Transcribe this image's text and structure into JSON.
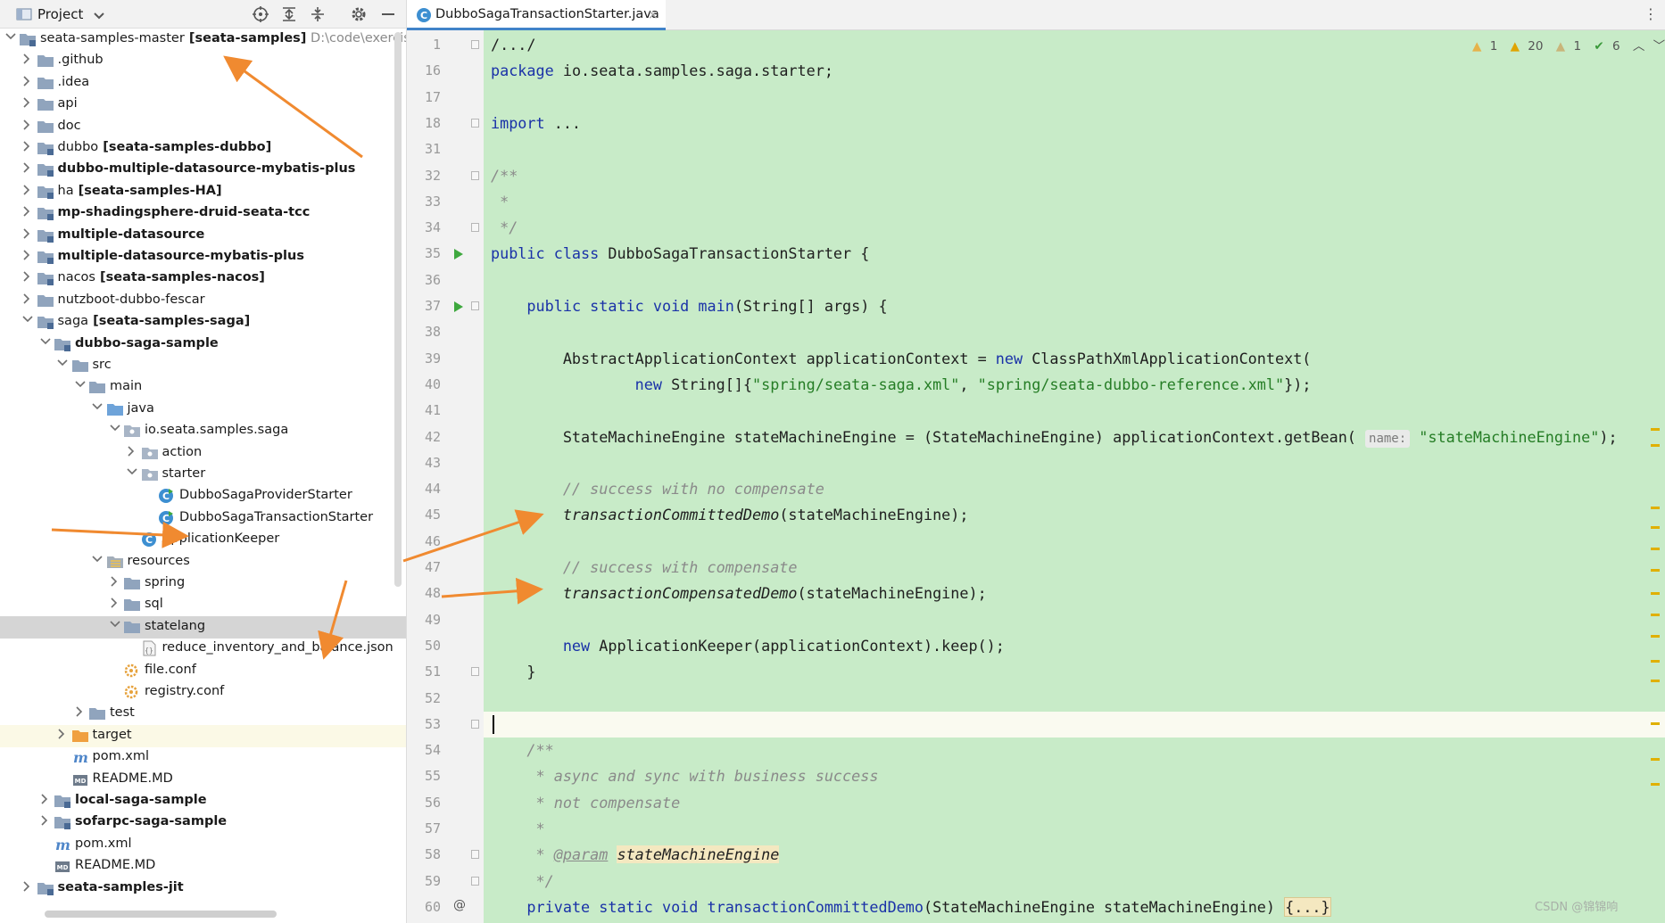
{
  "project_toolbar": {
    "title": "Project",
    "icons": [
      "project-view-icon",
      "chevron-down-icon",
      "locate-icon",
      "expand-all-icon",
      "collapse-all-icon",
      "gear-icon",
      "minimize-icon"
    ]
  },
  "tree": [
    {
      "name": "seata-samples-master",
      "module": "[seata-samples]",
      "path": "D:\\code\\exercise\\seat",
      "depth": 0,
      "expanded": true,
      "icon": "module-folder-icon",
      "bold": false
    },
    {
      "name": ".github",
      "depth": 1,
      "expanded": false,
      "icon": "folder-icon"
    },
    {
      "name": ".idea",
      "depth": 1,
      "expanded": false,
      "icon": "folder-icon"
    },
    {
      "name": "api",
      "depth": 1,
      "expanded": false,
      "icon": "folder-icon"
    },
    {
      "name": "doc",
      "depth": 1,
      "expanded": false,
      "icon": "folder-icon"
    },
    {
      "name": "dubbo",
      "module": "[seata-samples-dubbo]",
      "depth": 1,
      "expanded": false,
      "icon": "module-folder-icon"
    },
    {
      "name": "dubbo-multiple-datasource-mybatis-plus",
      "depth": 1,
      "expanded": false,
      "icon": "module-folder-icon",
      "bold": true
    },
    {
      "name": "ha",
      "module": "[seata-samples-HA]",
      "depth": 1,
      "expanded": false,
      "icon": "module-folder-icon"
    },
    {
      "name": "mp-shadingsphere-druid-seata-tcc",
      "depth": 1,
      "expanded": false,
      "icon": "module-folder-icon",
      "bold": true
    },
    {
      "name": "multiple-datasource",
      "depth": 1,
      "expanded": false,
      "icon": "module-folder-icon",
      "bold": true
    },
    {
      "name": "multiple-datasource-mybatis-plus",
      "depth": 1,
      "expanded": false,
      "icon": "module-folder-icon",
      "bold": true
    },
    {
      "name": "nacos",
      "module": "[seata-samples-nacos]",
      "depth": 1,
      "expanded": false,
      "icon": "module-folder-icon"
    },
    {
      "name": "nutzboot-dubbo-fescar",
      "depth": 1,
      "expanded": false,
      "icon": "folder-icon"
    },
    {
      "name": "saga",
      "module": "[seata-samples-saga]",
      "depth": 1,
      "expanded": true,
      "icon": "module-folder-icon"
    },
    {
      "name": "dubbo-saga-sample",
      "depth": 2,
      "expanded": true,
      "icon": "module-folder-icon",
      "bold": true
    },
    {
      "name": "src",
      "depth": 3,
      "expanded": true,
      "icon": "folder-icon"
    },
    {
      "name": "main",
      "depth": 4,
      "expanded": true,
      "icon": "folder-icon"
    },
    {
      "name": "java",
      "depth": 5,
      "expanded": true,
      "icon": "source-folder-icon"
    },
    {
      "name": "io.seata.samples.saga",
      "depth": 6,
      "expanded": true,
      "icon": "package-icon"
    },
    {
      "name": "action",
      "depth": 7,
      "expanded": false,
      "icon": "package-icon"
    },
    {
      "name": "starter",
      "depth": 7,
      "expanded": true,
      "icon": "package-icon"
    },
    {
      "name": "DubboSagaProviderStarter",
      "depth": 8,
      "leaf": true,
      "icon": "java-class-run-icon"
    },
    {
      "name": "DubboSagaTransactionStarter",
      "depth": 8,
      "leaf": true,
      "icon": "java-class-run-icon"
    },
    {
      "name": "ApplicationKeeper",
      "depth": 7,
      "leaf": true,
      "icon": "java-class-icon"
    },
    {
      "name": "resources",
      "depth": 5,
      "expanded": true,
      "icon": "resources-folder-icon"
    },
    {
      "name": "spring",
      "depth": 6,
      "expanded": false,
      "icon": "folder-icon"
    },
    {
      "name": "sql",
      "depth": 6,
      "expanded": false,
      "icon": "folder-icon"
    },
    {
      "name": "statelang",
      "depth": 6,
      "expanded": true,
      "icon": "folder-icon",
      "selected": true
    },
    {
      "name": "reduce_inventory_and_balance.json",
      "depth": 7,
      "leaf": true,
      "icon": "json-file-icon"
    },
    {
      "name": "file.conf",
      "depth": 6,
      "leaf": true,
      "icon": "config-file-icon"
    },
    {
      "name": "registry.conf",
      "depth": 6,
      "leaf": true,
      "icon": "config-file-icon"
    },
    {
      "name": "test",
      "depth": 4,
      "expanded": false,
      "icon": "folder-icon"
    },
    {
      "name": "target",
      "depth": 3,
      "expanded": false,
      "icon": "excluded-folder-icon",
      "tinted": true
    },
    {
      "name": "pom.xml",
      "depth": 3,
      "leaf": true,
      "icon": "maven-icon"
    },
    {
      "name": "README.MD",
      "depth": 3,
      "leaf": true,
      "icon": "markdown-icon"
    },
    {
      "name": "local-saga-sample",
      "depth": 2,
      "expanded": false,
      "icon": "module-folder-icon",
      "bold": true
    },
    {
      "name": "sofarpc-saga-sample",
      "depth": 2,
      "expanded": false,
      "icon": "module-folder-icon",
      "bold": true
    },
    {
      "name": "pom.xml",
      "depth": 2,
      "leaf": true,
      "icon": "maven-icon"
    },
    {
      "name": "README.MD",
      "depth": 2,
      "leaf": true,
      "icon": "markdown-icon"
    },
    {
      "name": "seata-samples-jit",
      "depth": 1,
      "expanded": false,
      "icon": "module-folder-icon",
      "bold": true
    }
  ],
  "editor": {
    "tab_title": "DubboSagaTransactionStarter.java",
    "tab_icon": "java-class-icon",
    "inspection": {
      "errors": "1",
      "warnings": "20",
      "weak_warnings": "1",
      "typos": "6"
    },
    "lines": [
      {
        "n": "1",
        "html": "/.../"
      },
      {
        "n": "16",
        "html": "<span class=\"kw\">package</span> io.seata.samples.saga.starter;"
      },
      {
        "n": "17",
        "html": ""
      },
      {
        "n": "18",
        "html": "<span class=\"kw\">import</span> ..."
      },
      {
        "n": "31",
        "html": ""
      },
      {
        "n": "32",
        "html": "<span class=\"cmt\">/**</span>"
      },
      {
        "n": "33",
        "html": "<span class=\"cmt\"> *</span>"
      },
      {
        "n": "34",
        "html": "<span class=\"cmt\"> */</span>"
      },
      {
        "n": "35",
        "html": "<span class=\"kw\">public class</span> DubboSagaTransactionStarter {",
        "run": true
      },
      {
        "n": "36",
        "html": ""
      },
      {
        "n": "37",
        "html": "    <span class=\"kw\">public static void</span> <span class=\"kw\">main</span>(String[] args) {",
        "run": true
      },
      {
        "n": "38",
        "html": ""
      },
      {
        "n": "39",
        "html": "        AbstractApplicationContext applicationContext = <span class=\"kw\">new</span> ClassPathXmlApplicationContext("
      },
      {
        "n": "40",
        "html": "                <span class=\"kw\">new</span> String[]{<span class=\"str\">\"spring/seata-saga.xml\"</span>, <span class=\"str\">\"spring/seata-dubbo-reference.xml\"</span>});"
      },
      {
        "n": "41",
        "html": ""
      },
      {
        "n": "42",
        "html": "        StateMachineEngine stateMachineEngine = (StateMachineEngine) applicationContext.getBean( <span class=\"hint\">name:</span> <span class=\"str\">\"stateMachineEngine\"</span>);"
      },
      {
        "n": "43",
        "html": ""
      },
      {
        "n": "44",
        "html": "        <span class=\"cmt\">// success with no compensate</span>"
      },
      {
        "n": "45",
        "html": "        <span class=\"ital\">transactionCommittedDemo</span>(stateMachineEngine);"
      },
      {
        "n": "46",
        "html": ""
      },
      {
        "n": "47",
        "html": "        <span class=\"cmt\">// success with compensate</span>"
      },
      {
        "n": "48",
        "html": "        <span class=\"ital\">transactionCompensatedDemo</span>(stateMachineEngine);"
      },
      {
        "n": "49",
        "html": ""
      },
      {
        "n": "50",
        "html": "        <span class=\"kw\">new</span> ApplicationKeeper(applicationContext).keep();"
      },
      {
        "n": "51",
        "html": "    }"
      },
      {
        "n": "52",
        "html": ""
      },
      {
        "n": "53",
        "html": "",
        "caret": true
      },
      {
        "n": "54",
        "html": "    <span class=\"cmt\">/**</span>"
      },
      {
        "n": "55",
        "html": "<span class=\"cmt\">     * async and sync with business success</span>"
      },
      {
        "n": "56",
        "html": "<span class=\"cmt\">     * not compensate</span>"
      },
      {
        "n": "57",
        "html": "<span class=\"cmt\">     *</span>"
      },
      {
        "n": "58",
        "html": "<span class=\"cmt\">     * <u>@param</u></span> <span class=\"ital paramname\">stateMachineEngine</span>"
      },
      {
        "n": "59",
        "html": "<span class=\"cmt\">     */</span>"
      },
      {
        "n": "60",
        "html": "    <span class=\"kw\">private static void</span> <span class=\"kw\">transactionCommittedDemo</span>(StateMachineEngine stateMachineEngine) <span class=\"fold-box\">{...}</span>",
        "override": true
      }
    ]
  },
  "watermark": "CSDN @锦锦响",
  "colors": {
    "code_bg": "#c8ebc8",
    "gutter_bg": "#f2f2f2",
    "keyword": "#1a32a8",
    "string": "#257d25",
    "arrow": "#f08a30",
    "selection": "#d5d5d5"
  }
}
